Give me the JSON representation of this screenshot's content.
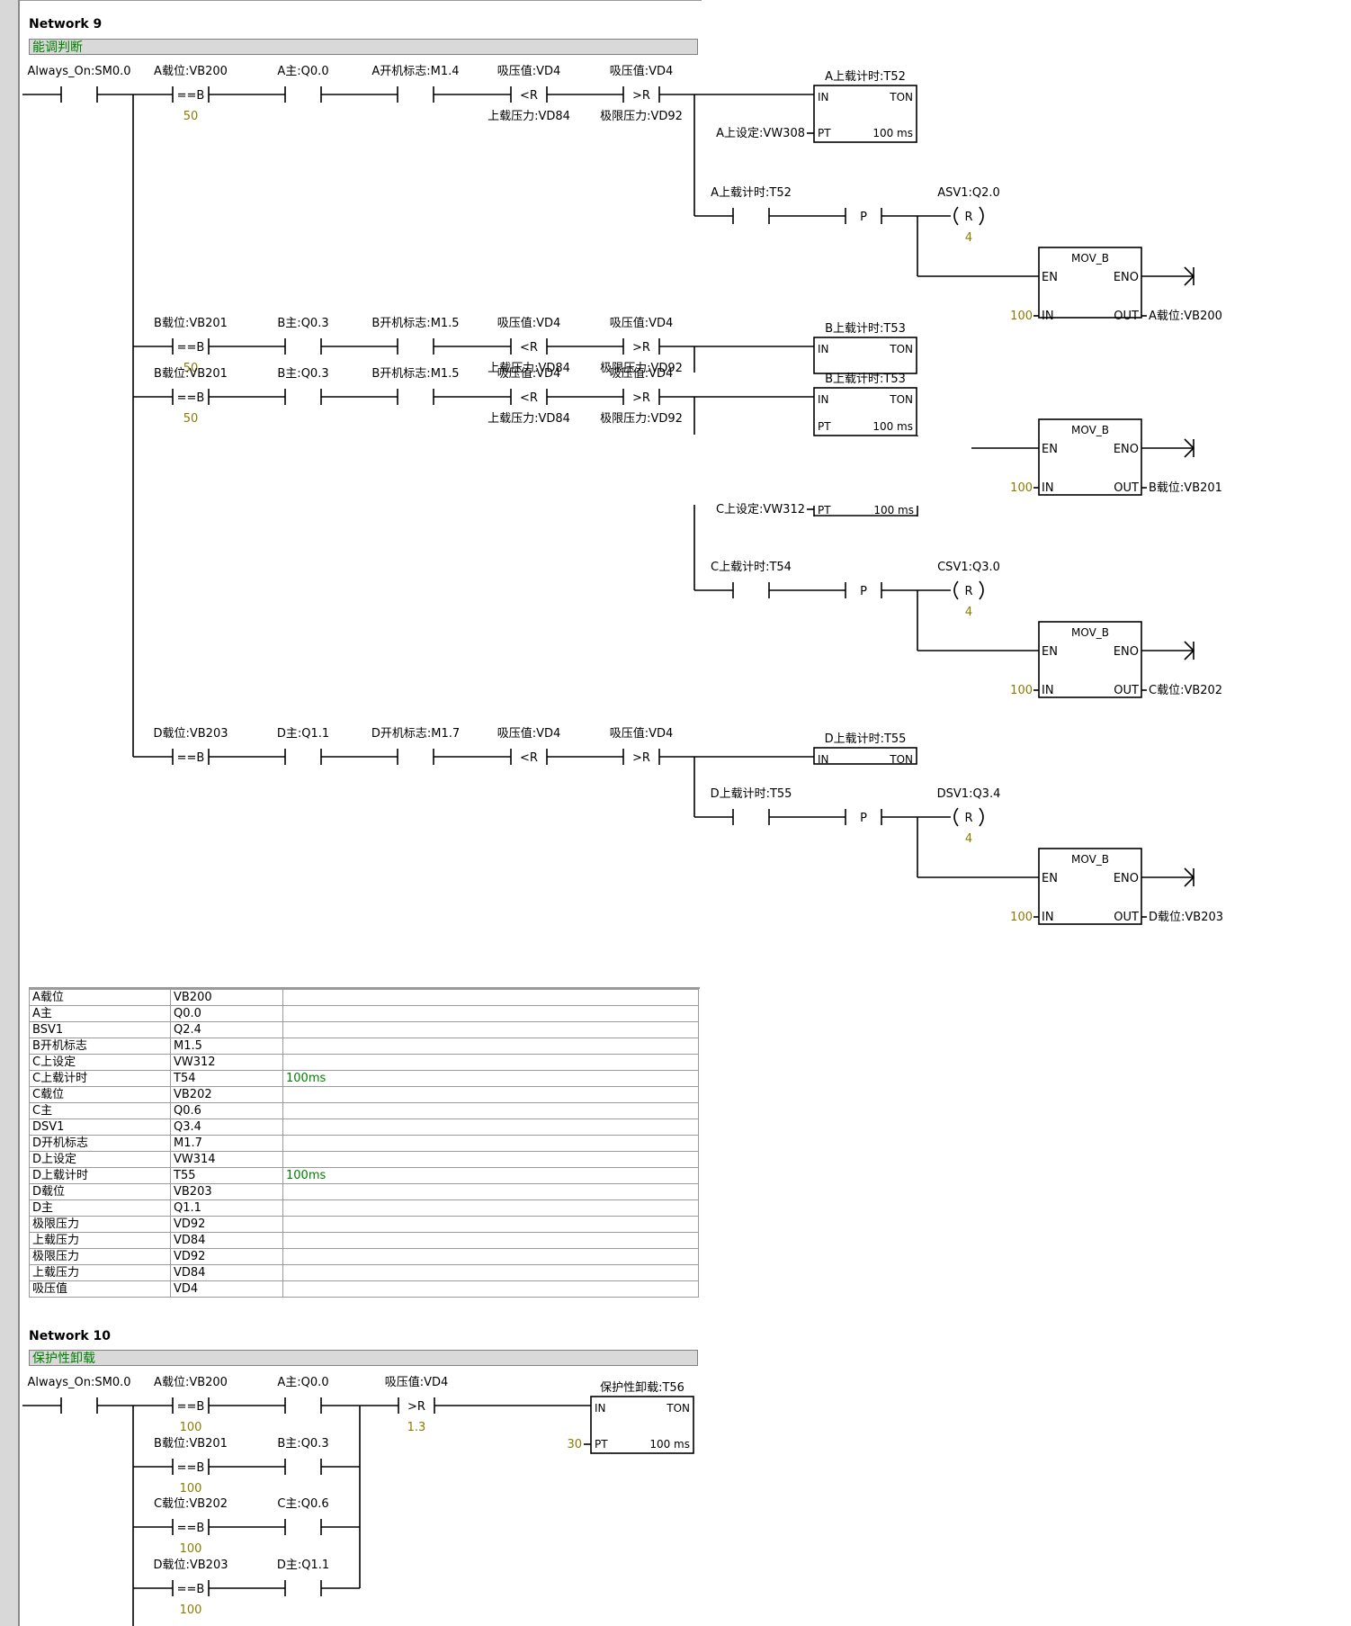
{
  "network9": {
    "title": "Network 9",
    "comment": "能调判断",
    "always_on": "Always_On:SM0.0",
    "rowA": {
      "cmp_addr": "A载位:VB200",
      "cmp_op": "==B",
      "cmp_const": "50",
      "main": "A主:Q0.0",
      "flag": "A开机标志:M1.4",
      "lt_top": "吸压值:VD4",
      "lt_op": "<R",
      "lt_bottom": "上载压力:VD84",
      "gt_top": "吸压值:VD4",
      "gt_op": ">R",
      "gt_bottom": "极限压力:VD92",
      "timer_name": "A上载计时:T52",
      "timer_pt": "A上设定:VW308",
      "contact_timer": "A上载计时:T52",
      "coil_addr": "ASV1:Q2.0",
      "coil_op": "R",
      "coil_n": "4",
      "mov_in": "100",
      "mov_out": "A载位:VB200"
    },
    "rowB1": {
      "cmp_addr": "B载位:VB201",
      "cmp_op": "==B",
      "cmp_const": "50",
      "main": "B主:Q0.3",
      "flag": "B开机标志:M1.5",
      "lt_top": "吸压值:VD4",
      "lt_op": "<R",
      "lt_bottom": "上载压力:VD84",
      "gt_top": "吸压值:VD4",
      "gt_op": ">R",
      "gt_bottom": "极限压力:VD92",
      "timer_name": "B上载计时:T53"
    },
    "rowB2": {
      "cmp_addr": "B载位:VB201",
      "cmp_op": "==B",
      "cmp_const": "50",
      "main": "B主:Q0.3",
      "flag": "B开机标志:M1.5",
      "lt_top": "吸压值:VD4",
      "lt_op": "<R",
      "lt_bottom": "上载压力:VD84",
      "gt_top": "吸压值:VD4",
      "gt_op": ">R",
      "gt_bottom": "极限压力:VD92",
      "timer_name": "B上载计时:T53",
      "mov_in": "100",
      "mov_out": "B载位:VB201"
    },
    "rowC": {
      "timer_pt": "C上设定:VW312",
      "contact_timer": "C上载计时:T54",
      "coil_addr": "CSV1:Q3.0",
      "coil_op": "R",
      "coil_n": "4",
      "mov_in": "100",
      "mov_out": "C载位:VB202"
    },
    "rowD": {
      "cmp_addr": "D载位:VB203",
      "cmp_op": "==B",
      "main": "D主:Q1.1",
      "flag": "D开机标志:M1.7",
      "lt_top": "吸压值:VD4",
      "lt_op": "<R",
      "gt_top": "吸压值:VD4",
      "gt_op": ">R",
      "timer_name": "D上载计时:T55",
      "contact_timer": "D上载计时:T55",
      "coil_addr": "DSV1:Q3.4",
      "coil_op": "R",
      "coil_n": "4",
      "mov_in": "100",
      "mov_out": "D载位:VB203"
    },
    "box": {
      "in": "IN",
      "ton": "TON",
      "pt": "PT",
      "base": "100 ms",
      "mov": "MOV_B",
      "en": "EN",
      "eno": "ENO",
      "out": "OUT",
      "pos": "P"
    }
  },
  "symbol_table": [
    [
      "A载位",
      "VB200",
      ""
    ],
    [
      "A主",
      "Q0.0",
      ""
    ],
    [
      "BSV1",
      "Q2.4",
      ""
    ],
    [
      "B开机标志",
      "M1.5",
      ""
    ],
    [
      "C上设定",
      "VW312",
      ""
    ],
    [
      "C上载计时",
      "T54",
      "100ms"
    ],
    [
      "C载位",
      "VB202",
      ""
    ],
    [
      "C主",
      "Q0.6",
      ""
    ],
    [
      "DSV1",
      "Q3.4",
      ""
    ],
    [
      "D开机标志",
      "M1.7",
      ""
    ],
    [
      "D上设定",
      "VW314",
      ""
    ],
    [
      "D上载计时",
      "T55",
      "100ms"
    ],
    [
      "D载位",
      "VB203",
      ""
    ],
    [
      "D主",
      "Q1.1",
      ""
    ],
    [
      "极限压力",
      "VD92",
      ""
    ],
    [
      "上载压力",
      "VD84",
      ""
    ],
    [
      "极限压力",
      "VD92",
      ""
    ],
    [
      "上载压力",
      "VD84",
      ""
    ],
    [
      "吸压值",
      "VD4",
      ""
    ]
  ],
  "network10": {
    "title": "Network 10",
    "comment": "保护性卸载",
    "always_on": "Always_On:SM0.0",
    "rows": [
      {
        "cmp_addr": "A载位:VB200",
        "cmp_op": "==B",
        "cmp_const": "100",
        "main": "A主:Q0.0"
      },
      {
        "cmp_addr": "B载位:VB201",
        "cmp_op": "==B",
        "cmp_const": "100",
        "main": "B主:Q0.3"
      },
      {
        "cmp_addr": "C载位:VB202",
        "cmp_op": "==B",
        "cmp_const": "100",
        "main": "C主:Q0.6"
      },
      {
        "cmp_addr": "D载位:VB203",
        "cmp_op": "==B",
        "cmp_const": "100",
        "main": "D主:Q1.1"
      }
    ],
    "gt_top": "吸压值:VD4",
    "gt_op": ">R",
    "gt_const": "1.3",
    "timer_name": "保护性卸载:T56",
    "timer_pt": "30",
    "base": "100 ms"
  },
  "colors": {
    "constant": "#8a7a00",
    "comment": "#008000",
    "line": "#000000"
  }
}
